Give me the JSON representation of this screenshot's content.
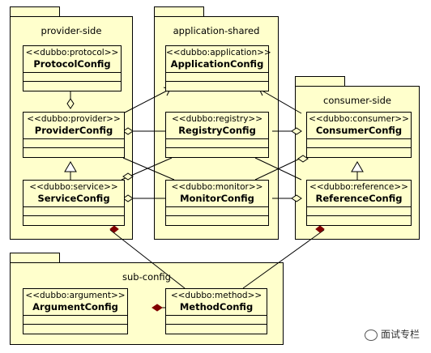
{
  "packages": {
    "provider": "provider-side",
    "shared": "application-shared",
    "consumer": "consumer-side",
    "subconfig": "sub-config"
  },
  "classes": {
    "protocol": {
      "stereotype": "<<dubbo:protocol>>",
      "name": "ProtocolConfig"
    },
    "provider": {
      "stereotype": "<<dubbo:provider>>",
      "name": "ProviderConfig"
    },
    "service": {
      "stereotype": "<<dubbo:service>>",
      "name": "ServiceConfig"
    },
    "application": {
      "stereotype": "<<dubbo:application>>",
      "name": "ApplicationConfig"
    },
    "registry": {
      "stereotype": "<<dubbo:registry>>",
      "name": "RegistryConfig"
    },
    "monitor": {
      "stereotype": "<<dubbo:monitor>>",
      "name": "MonitorConfig"
    },
    "consumer": {
      "stereotype": "<<dubbo:consumer>>",
      "name": "ConsumerConfig"
    },
    "reference": {
      "stereotype": "<<dubbo:reference>>",
      "name": "ReferenceConfig"
    },
    "argument": {
      "stereotype": "<<dubbo:argument>>",
      "name": "ArgumentConfig"
    },
    "method": {
      "stereotype": "<<dubbo:method>>",
      "name": "MethodConfig"
    }
  },
  "watermark": {
    "text": "面试专栏",
    "icon": "wechat-icon"
  },
  "colors": {
    "fill": "#ffffcc",
    "line": "#000000",
    "filled_diamond": "#800000"
  }
}
